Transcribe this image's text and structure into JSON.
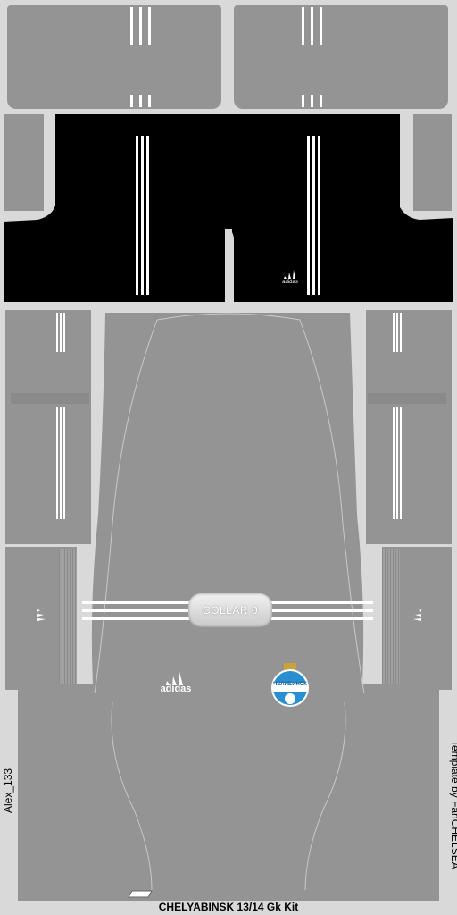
{
  "texts": {
    "collar_label": "COLLAR 0",
    "author_label": "Alex_133",
    "template_credit": "Template by FanCHELSEA",
    "kit_title": "CHELYABINSK 13/14 Gk Kit",
    "brand_front": "adidas",
    "shorts_brand": "adidas",
    "club_badge_text": "ЧЕЛЯБИНСК"
  },
  "colors": {
    "kit_body": "#949494",
    "shorts": "#000000",
    "stripes": "#ffffff",
    "background": "#d9d9d9",
    "badge_blue": "#2a8fd0"
  }
}
